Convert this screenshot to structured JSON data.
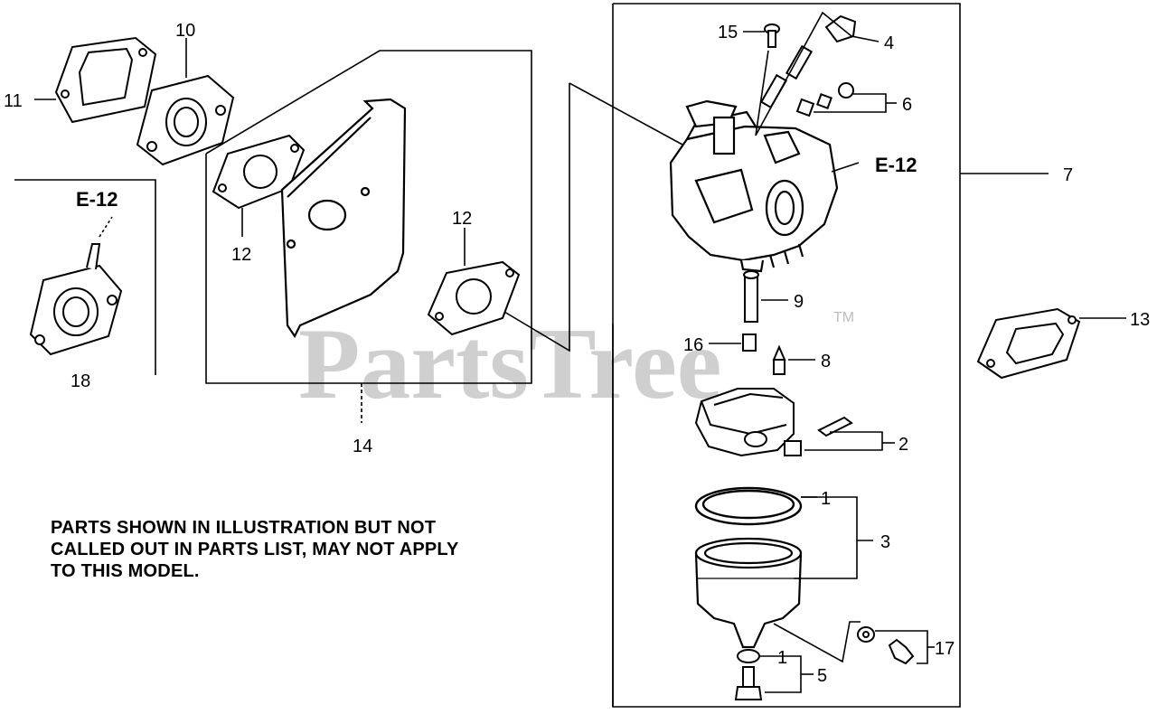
{
  "watermark": {
    "brand": "PartsTree",
    "trademark": "TM"
  },
  "callouts": {
    "c1a": "1",
    "c1b": "1",
    "c2": "2",
    "c3": "3",
    "c4": "4",
    "c5": "5",
    "c6": "6",
    "c7": "7",
    "c8": "8",
    "c9": "9",
    "c10": "10",
    "c11": "11",
    "c12a": "12",
    "c12b": "12",
    "c13": "13",
    "c14": "14",
    "c15": "15",
    "c16": "16",
    "c17": "17",
    "c18": "18"
  },
  "references": {
    "left": "E-12",
    "right": "E-12"
  },
  "note": {
    "line1": "PARTS SHOWN IN ILLUSTRATION BUT NOT",
    "line2": "CALLED OUT IN PARTS LIST, MAY NOT APPLY",
    "line3": "TO THIS MODEL."
  }
}
